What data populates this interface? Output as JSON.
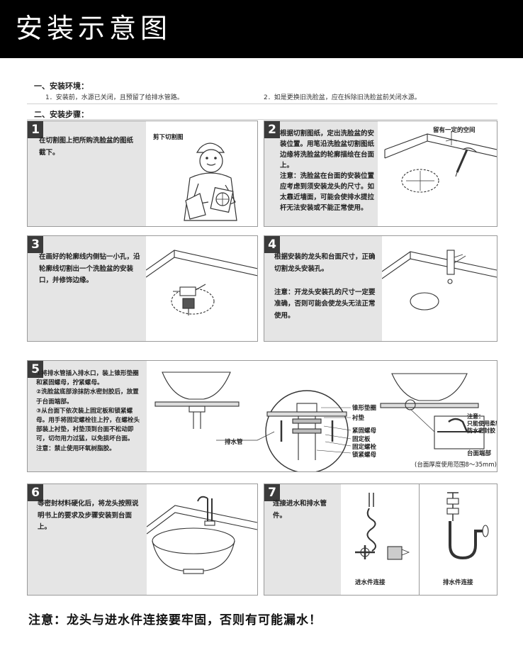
{
  "title": "安装示意图",
  "env_heading": "一、安装环境：",
  "env_items": [
    "1．安装前，水源已关闭，且预留了给排水管路。",
    "2．如是更换旧洗脸盆，应在拆除旧洗脸盆前关闭水源。"
  ],
  "steps_heading": "二、安装步骤：",
  "steps": [
    {
      "num": "1",
      "text": "在切割图上把所购洗脸盆的图纸截下。",
      "labels": [
        "剪下切割图"
      ]
    },
    {
      "num": "2",
      "text": "根据切割图纸，定出洗脸盆的安装位置。用笔沿洗脸盆切割图纸边缘将洗脸盆的轮廓描绘在台面上。",
      "note_kw": "注意：",
      "note": "洗脸盆在台面的安装位置应考虑到须安装龙头的尺寸。如太靠近墙面，可能会使排水提拉杆无法安装或不能正常使用。",
      "labels": [
        "留有一定的空间"
      ]
    },
    {
      "num": "3",
      "text": "在画好的轮廓线内侧钻一小孔，沿轮廓线切割出一个洗脸盆的安装口，并修饰边缘。"
    },
    {
      "num": "4",
      "text": "根据安装的龙头和台面尺寸，正确切割龙头安装孔。",
      "note_kw": "注意：",
      "note": "开龙头安装孔的尺寸一定要准确，否则可能会使龙头无法正常使用。"
    },
    {
      "num": "5",
      "items": [
        "①将排水管插入排水口，装上锥形垫圈和紧固螺母，拧紧螺母。",
        "②洗脸盆底部涂抹防水密封胶后，放置于台面端部。",
        "③从台面下依次装上固定板和锁紧螺母。用手将固定螺栓往上拧，在螺栓头部装上衬垫，衬垫顶到台面不松动即可，切勿用力过猛，以免损坏台面。"
      ],
      "note_kw": "注意：",
      "note": "禁止使用环氧树脂胶。",
      "labels": [
        "锥形垫圈",
        "衬垫",
        "紧固螺母",
        "固定板",
        "固定螺栓",
        "锁紧螺母",
        "排水管",
        "注意：",
        "只能使用柔软的",
        "防水密封胶",
        "台面端部",
        "(台面厚度使用范围8～35mm)"
      ]
    },
    {
      "num": "6",
      "text": "等密封材料硬化后，将龙头按照说明书上的要求及步骤安装到台面上。"
    },
    {
      "num": "7",
      "text": "连接进水和排水管件。",
      "labels": [
        "进水件连接",
        "排水件连接"
      ]
    }
  ],
  "footer": "注意：龙头与进水件连接要牢固，否则有可能漏水！"
}
